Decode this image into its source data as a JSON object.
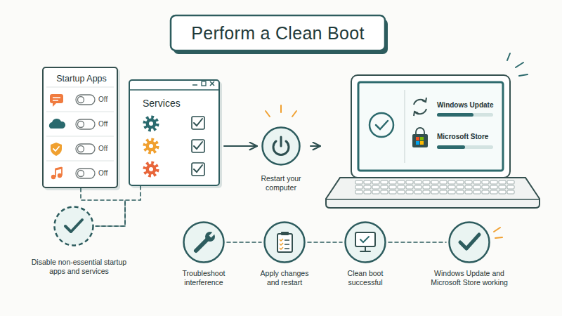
{
  "diagram": {
    "title": "Perform a Clean Boot",
    "nodes": [
      {
        "text": [
          "Startup Apps"
        ]
      },
      {
        "text": [
          "Services"
        ]
      },
      {
        "text": [
          "Restart your computer"
        ]
      },
      {
        "text": [
          "Windows Update",
          "Microsoft Store"
        ]
      },
      {
        "text": [
          "Disable non-essential startup apps and services"
        ]
      },
      {
        "text": [
          "Troubleshoot interference"
        ]
      },
      {
        "text": [
          "Apply changes and restart"
        ]
      },
      {
        "text": [
          "Clean boot successful"
        ]
      },
      {
        "text": [
          "Windows Update and Microsoft Store working"
        ]
      }
    ],
    "edges": [
      {
        "from": 1,
        "to": 2,
        "arrow": "to"
      },
      {
        "from": 2,
        "to": 3,
        "arrow": "to"
      },
      {
        "from": 0,
        "to": 4,
        "arrow": "none"
      },
      {
        "from": 1,
        "to": 4,
        "arrow": "none"
      },
      {
        "from": 5,
        "to": 6,
        "arrow": "none"
      },
      {
        "from": 6,
        "to": 7,
        "arrow": "none"
      },
      {
        "from": 7,
        "to": 8,
        "arrow": "none"
      }
    ],
    "labels": [
      "Off",
      "Off",
      "Off",
      "Off"
    ]
  }
}
